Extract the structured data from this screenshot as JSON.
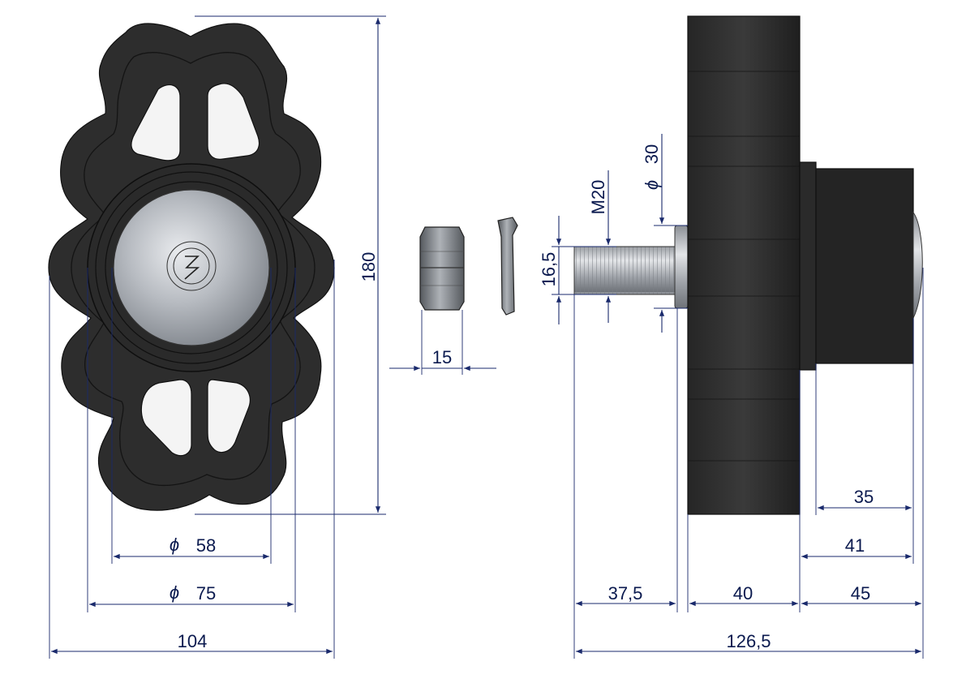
{
  "dimensions": {
    "overall_height": "180",
    "bore_diameter": "58",
    "hub_diameter": "75",
    "overall_width": "104",
    "nut_width": "15",
    "stud_diameter": "16,5",
    "thread_size": "M20",
    "collar_diameter": "30",
    "cap_length": "35",
    "cap_body_length": "41",
    "cap_overall": "45",
    "stud_length": "37,5",
    "sprocket_thickness": "40",
    "overall_length": "126,5"
  },
  "symbols": {
    "diameter": "ϕ"
  },
  "colors": {
    "dimension": "#1a2a6c",
    "body": "#2e2e2e",
    "metal": "#b9bcc0"
  }
}
